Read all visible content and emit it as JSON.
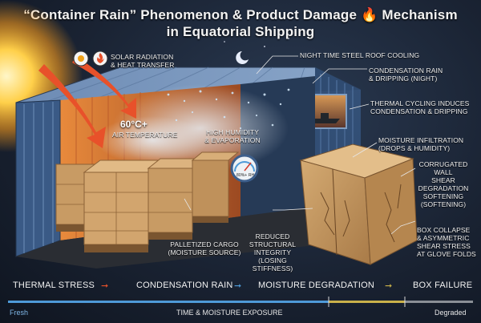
{
  "title": {
    "line1_a": "“Container Rain” Phenomenon & Product Damage",
    "line1_b": "Mechanism",
    "line2": "in Equatorial Shipping"
  },
  "labels": {
    "solar": [
      "Solar Radiation",
      "& Heat Transfer"
    ],
    "temp_value": "60°C+",
    "temp_caption": "Air Temperature",
    "humidity": [
      "High Humidity",
      "& Evaporation"
    ],
    "gauge": "80%+ RH",
    "roof_cooling": "Night Time Steel Roof Cooling",
    "condensation": [
      "Condensation Rain",
      "& Dripping (Night)"
    ],
    "thermal_cycling": [
      "Thermal Cycling Induces",
      "Condensation & Dripping"
    ],
    "moisture_infiltration": [
      "Moisture Infiltration",
      "(Drops & Humidity)"
    ],
    "corrugated": [
      "Corrugated",
      "Wall",
      "Shear",
      "Degradation",
      "Softening",
      "(Softening)"
    ],
    "cargo": [
      "Palletized Cargo",
      "(Moisture Source)"
    ],
    "structural": [
      "Reduced",
      "Structural",
      "Integrity",
      "(Losing Stiffness)"
    ],
    "collapse": [
      "Box Collapse",
      "& Asymmetric",
      "Shear Stress",
      "at Glove Folds"
    ]
  },
  "stages": [
    "Thermal Stress",
    "Condensation Rain",
    "Moisture Degradation",
    "Box Failure"
  ],
  "timeline": {
    "start": "Fresh",
    "axis": "Time & Moisture Exposure",
    "end": "Degraded",
    "segments": [
      {
        "color": "#4e9ad8"
      },
      {
        "color": "#c9b14a"
      },
      {
        "color": "#8a8f96"
      }
    ]
  },
  "colors": {
    "arrow": "#e8512a",
    "container": "#3d5f8c",
    "interior": "#c8642c",
    "box": "#c69a62"
  }
}
